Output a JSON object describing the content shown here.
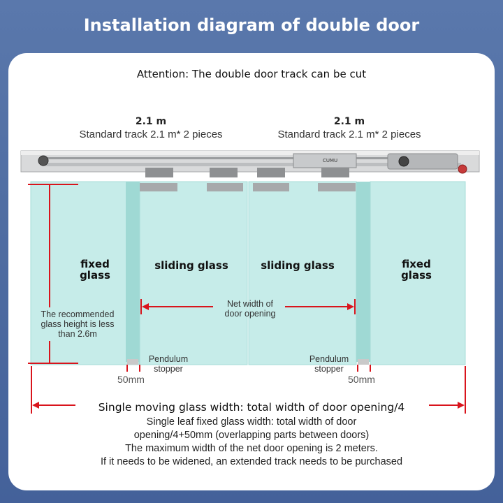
{
  "title": "Installation diagram of double door",
  "attention": "Attention: The double door track can be cut",
  "tracks": [
    {
      "length": "2.1 m",
      "desc": "Standard track 2.1 m* 2 pieces"
    },
    {
      "length": "2.1 m",
      "desc": "Standard track 2.1 m* 2 pieces"
    }
  ],
  "track_brand": "CUMU",
  "panes": {
    "fixed_left": "fixed\nglass",
    "sliding_left": "sliding glass",
    "sliding_right": "sliding glass",
    "fixed_right": "fixed\nglass"
  },
  "glass_height_note": "The recommended\nglass height is less\nthan 2.6m",
  "net_width_label": "Net width of\ndoor opening",
  "stoppers": [
    "Pendulum\nstopper",
    "Pendulum\nstopper"
  ],
  "overlap_labels": [
    "50mm",
    "50mm"
  ],
  "bottom_lines": [
    "Single moving glass width: total width of door opening/4",
    "Single leaf fixed glass width: total width of door",
    "opening/4+50mm (overlapping parts between doors)",
    "The maximum width of the net door opening is 2 meters.",
    "If it needs to be widened, an extended track needs to be purchased"
  ],
  "colors": {
    "background": "#5070a5",
    "card": "#ffffff",
    "glass": "#c6ece9",
    "glass_edge": "#a5dcd8",
    "overlap_strip": "#9fd9d4",
    "dimension_red": "#d9141c",
    "track_metal": "#d9dadb"
  }
}
